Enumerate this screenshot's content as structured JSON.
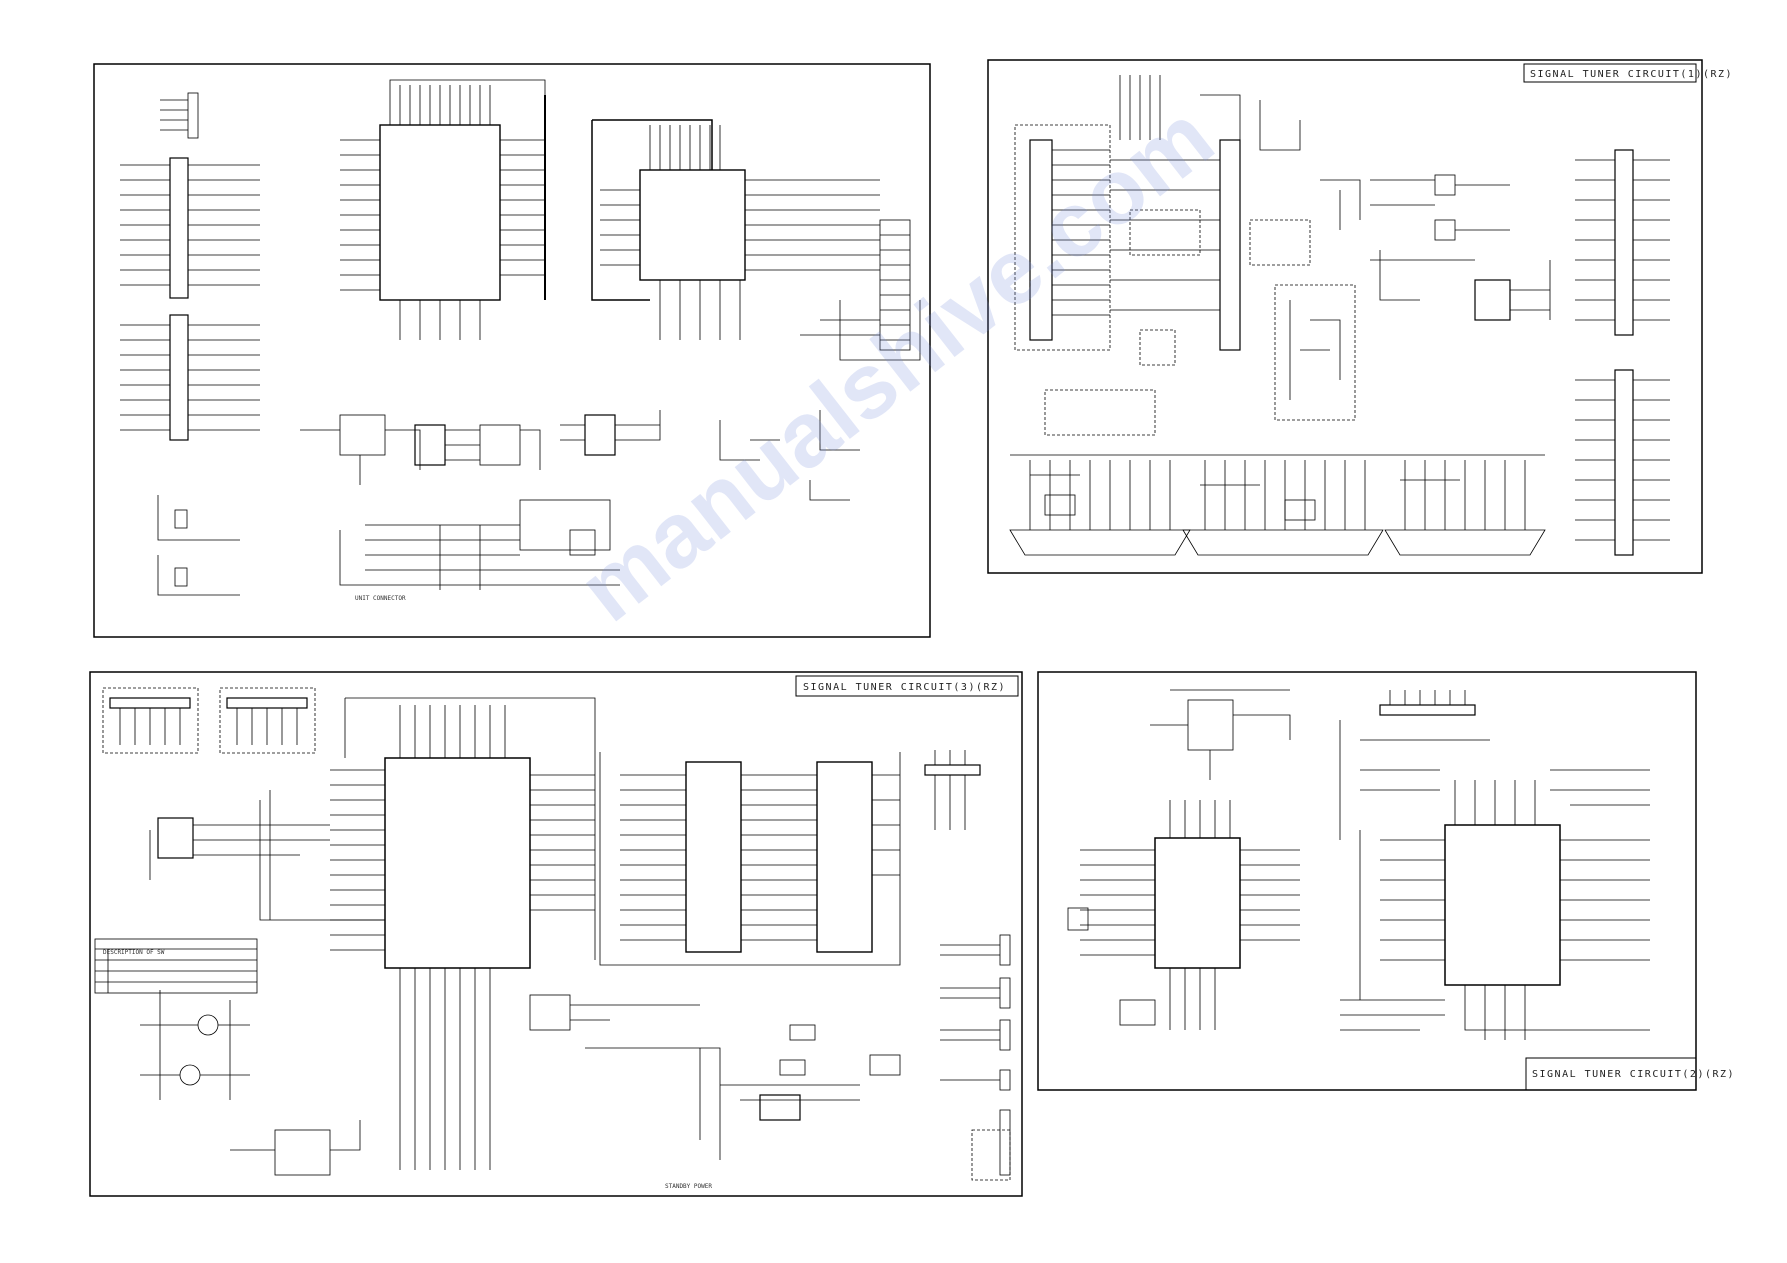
{
  "panels": [
    {
      "id": "p1",
      "title": ""
    },
    {
      "id": "p2",
      "title": "SIGNAL TUNER CIRCUIT(1)(RZ)"
    },
    {
      "id": "p3",
      "title": "SIGNAL TUNER CIRCUIT(3)(RZ)"
    },
    {
      "id": "p4",
      "title": "SIGNAL TUNER CIRCUIT(2)(RZ)"
    }
  ],
  "labels": {
    "unit_connector": "UNIT CONNECTOR",
    "standby_power": "STANDBY POWER",
    "description_of_sw": "DESCRIPTION OF SW"
  },
  "watermark": "manualshive.com",
  "colors": {
    "line": "#000000",
    "paper": "#ffffff",
    "watermark": "#8c9ce0"
  }
}
